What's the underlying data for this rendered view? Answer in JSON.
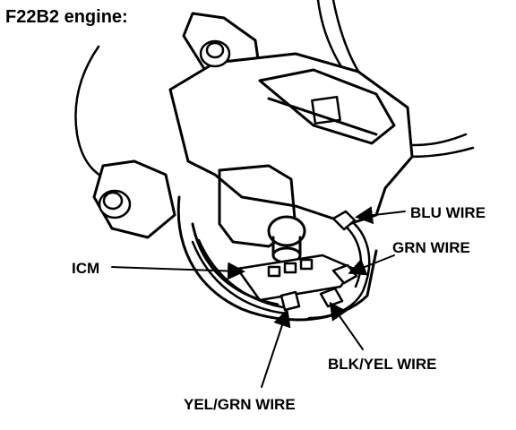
{
  "title": "F22B2 engine:",
  "callouts": {
    "blu_wire": "BLU WIRE",
    "grn_wire": "GRN WIRE",
    "icm": "ICM",
    "blk_yel_wire": "BLK/YEL WIRE",
    "yel_grn_wire": "YEL/GRN WIRE"
  },
  "colors": {
    "ink": "#000000",
    "paper": "#ffffff"
  }
}
